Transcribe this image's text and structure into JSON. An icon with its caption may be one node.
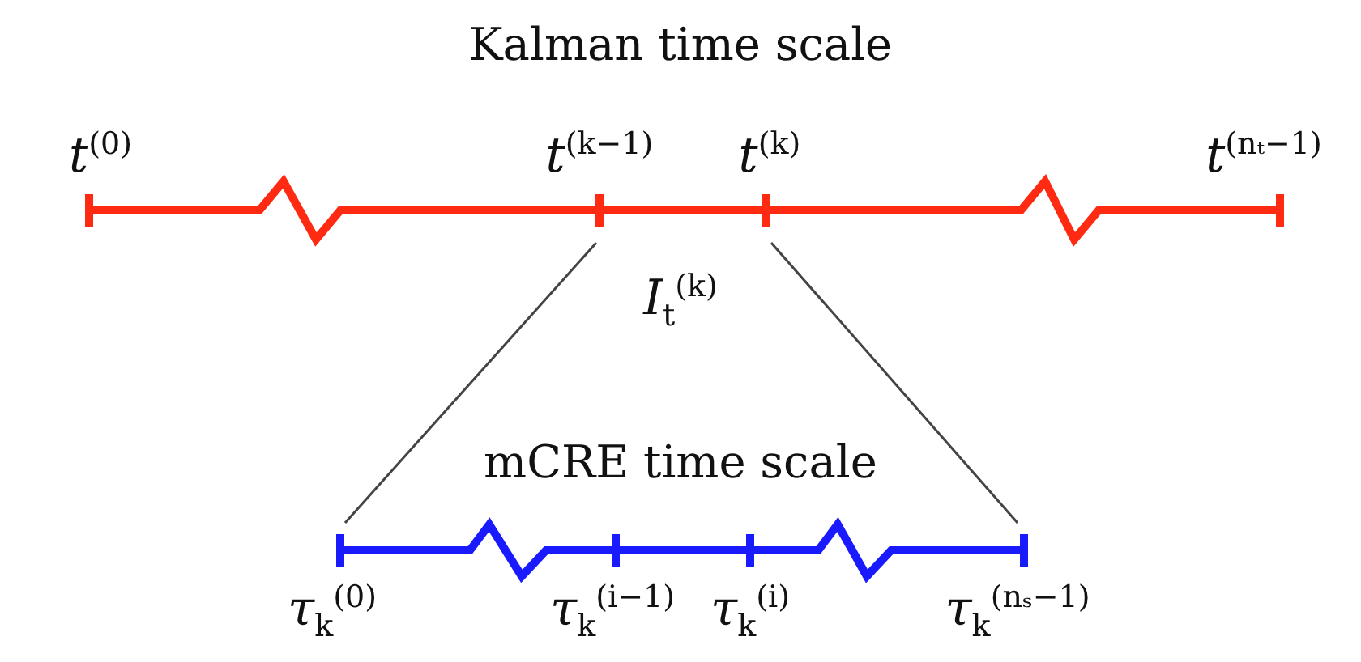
{
  "diagram": {
    "nodes": [
      {
        "text": [],
        "shape": "bar"
      },
      {
        "text": [],
        "shape": "bar"
      }
    ],
    "edges": [
      {
        "from": 0,
        "to": 1,
        "arrow": "none"
      },
      {
        "from": 0,
        "to": 1,
        "arrow": "none"
      }
    ],
    "labels": [
      "Kalman time scale",
      "*t*$^{(0)}$",
      "*t*$^{(k−1)}$",
      "*t*$^{(k)}$",
      "*t*$^{(nₜ−1)}$",
      "*I*$_{t}$$^{(k)}$",
      "mCRE time scale",
      "*τ*$_{k}$$^{(0)}$",
      "*τ*$_{k}$$^{(i−1)}$",
      "*τ*$_{k}$$^{(i)}$",
      "*τ*$_{k}$$^{(nₛ−1)}$"
    ]
  }
}
